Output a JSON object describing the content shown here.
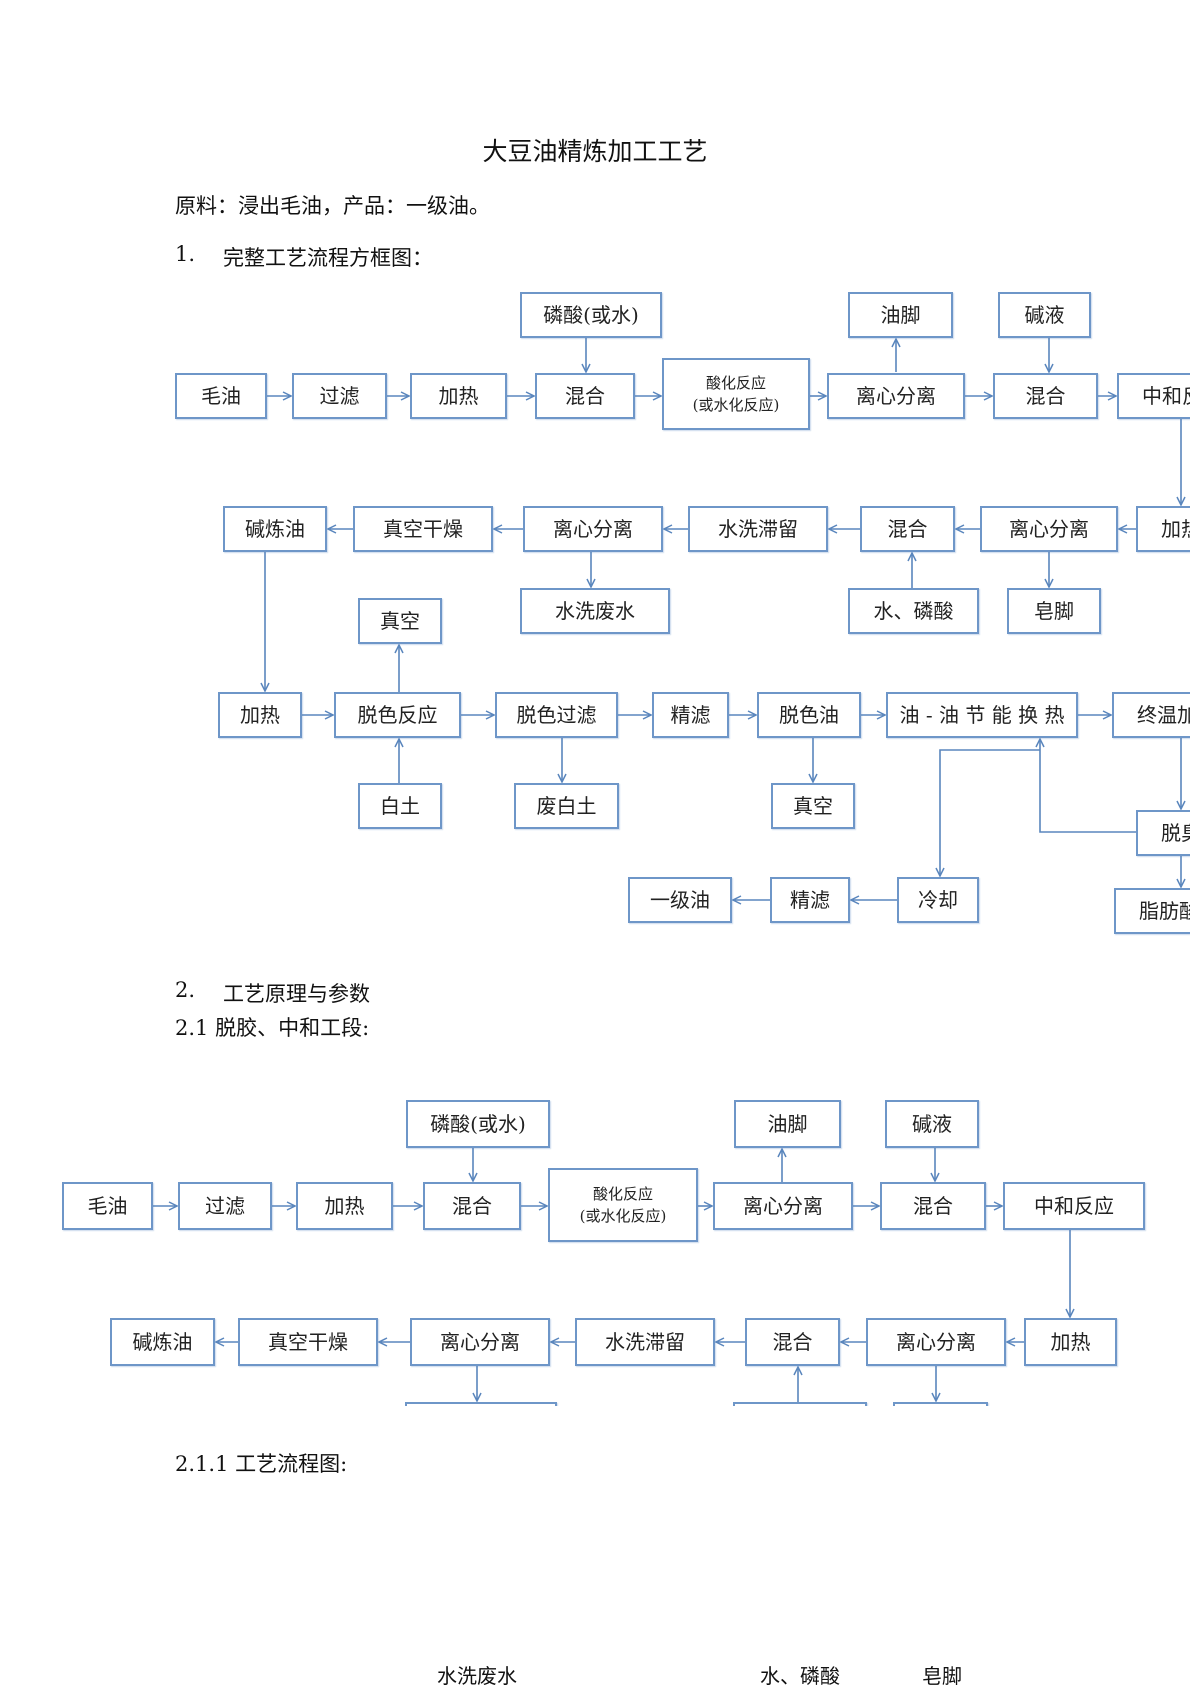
{
  "doc": {
    "title": "大豆油精炼加工工艺",
    "intro": "原料：浸出毛油，产品：一级油。",
    "sec1_num": "1.",
    "sec1_title": "完整工艺流程方框图：",
    "sec2_num": "2.",
    "sec2_title": "工艺原理与参数",
    "sec21_title": "2.1 脱胶、中和工段:",
    "sec211_title": "2.1.1 工艺流程图:",
    "bottom_labels": {
      "wash_water": "水洗废水",
      "water_phos": "水、磷酸",
      "soapstock": "皂脚"
    }
  },
  "flow1": {
    "crude": "毛油",
    "filter": "过滤",
    "heat1": "加热",
    "phos": "磷酸(或水)",
    "mix1": "混合",
    "acid_l1": "酸化反应",
    "acid_l2": "(或水化反应)",
    "cent1": "离心分离",
    "oilfoot": "油脚",
    "lye": "碱液",
    "mix2": "混合",
    "neut": "中和反",
    "heat2": "加热",
    "cent2": "离心分离",
    "soap": "皂脚",
    "mix3": "混合",
    "water_phos": "水、磷酸",
    "wash": "水洗滞留",
    "cent3": "离心分离",
    "washwater": "水洗废水",
    "vdry": "真空干燥",
    "alkoil": "碱炼油",
    "heat3": "加热",
    "bleach": "脱色反应",
    "vac1": "真空",
    "clay": "白土",
    "bfilter": "脱色过滤",
    "spentclay": "废白土",
    "polish1": "精滤",
    "bleached": "脱色油",
    "vac2": "真空",
    "hx": "油 - 油 节 能 换 热",
    "final_heat": "终温加",
    "deodor": "脱臭",
    "fatty": "脂肪酸",
    "cool": "冷却",
    "polish2": "精滤",
    "grade1": "一级油"
  },
  "flow2": {
    "crude": "毛油",
    "filter": "过滤",
    "heat1": "加热",
    "phos": "磷酸(或水)",
    "mix1": "混合",
    "acid_l1": "酸化反应",
    "acid_l2": "(或水化反应)",
    "cent1": "离心分离",
    "oilfoot": "油脚",
    "lye": "碱液",
    "mix2": "混合",
    "neut": "中和反应",
    "heat2": "加热",
    "cent2": "离心分离",
    "mix3": "混合",
    "wash": "水洗滞留",
    "cent3": "离心分离",
    "vdry": "真空干燥",
    "alkoil": "碱炼油"
  },
  "colors": {
    "box_border": "#6e96c8",
    "arrow": "#5a86bd"
  }
}
